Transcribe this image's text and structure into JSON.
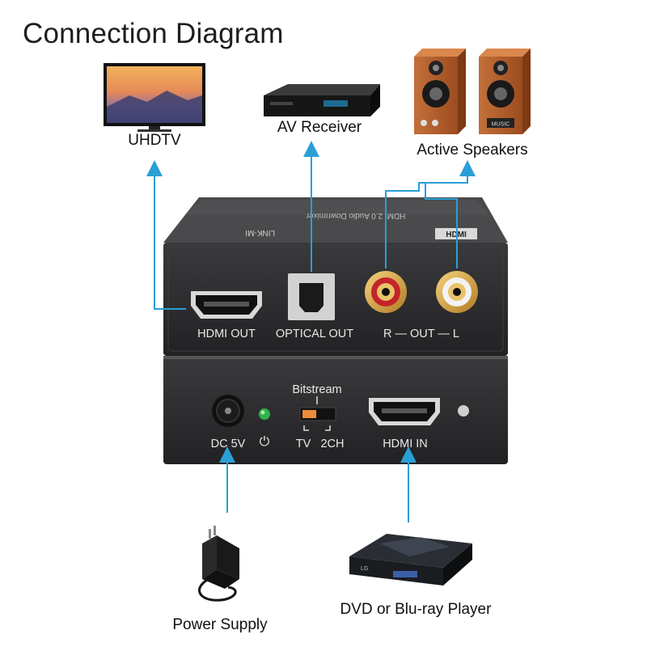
{
  "title": "Connection Diagram",
  "devices": {
    "tv": "UHDTV",
    "receiver": "AV Receiver",
    "speakers": "Active Speakers",
    "power": "Power Supply",
    "player": "DVD or Blu-ray Player"
  },
  "top_panel": {
    "hdmi_out": "HDMI OUT",
    "optical_out": "OPTICAL OUT",
    "analog_out": "R — OUT — L",
    "brand": "LINK-MI",
    "model": "HDMI 2.0 Audio Downmixer",
    "hdmi_badge": "HDMI"
  },
  "bottom_panel": {
    "dc": "DC 5V",
    "power_icon": "power-icon",
    "bitstream": "Bitstream",
    "tv": "TV",
    "ch2": "2CH",
    "hdmi_in": "HDMI IN"
  },
  "speaker_badge": "MUSIC",
  "player_brand": "LG",
  "colors": {
    "arrow": "#2a9fd6",
    "device": "#2b2b2d",
    "text_on_device": "#e8e8e8",
    "speaker_wood": "#b8602a"
  }
}
